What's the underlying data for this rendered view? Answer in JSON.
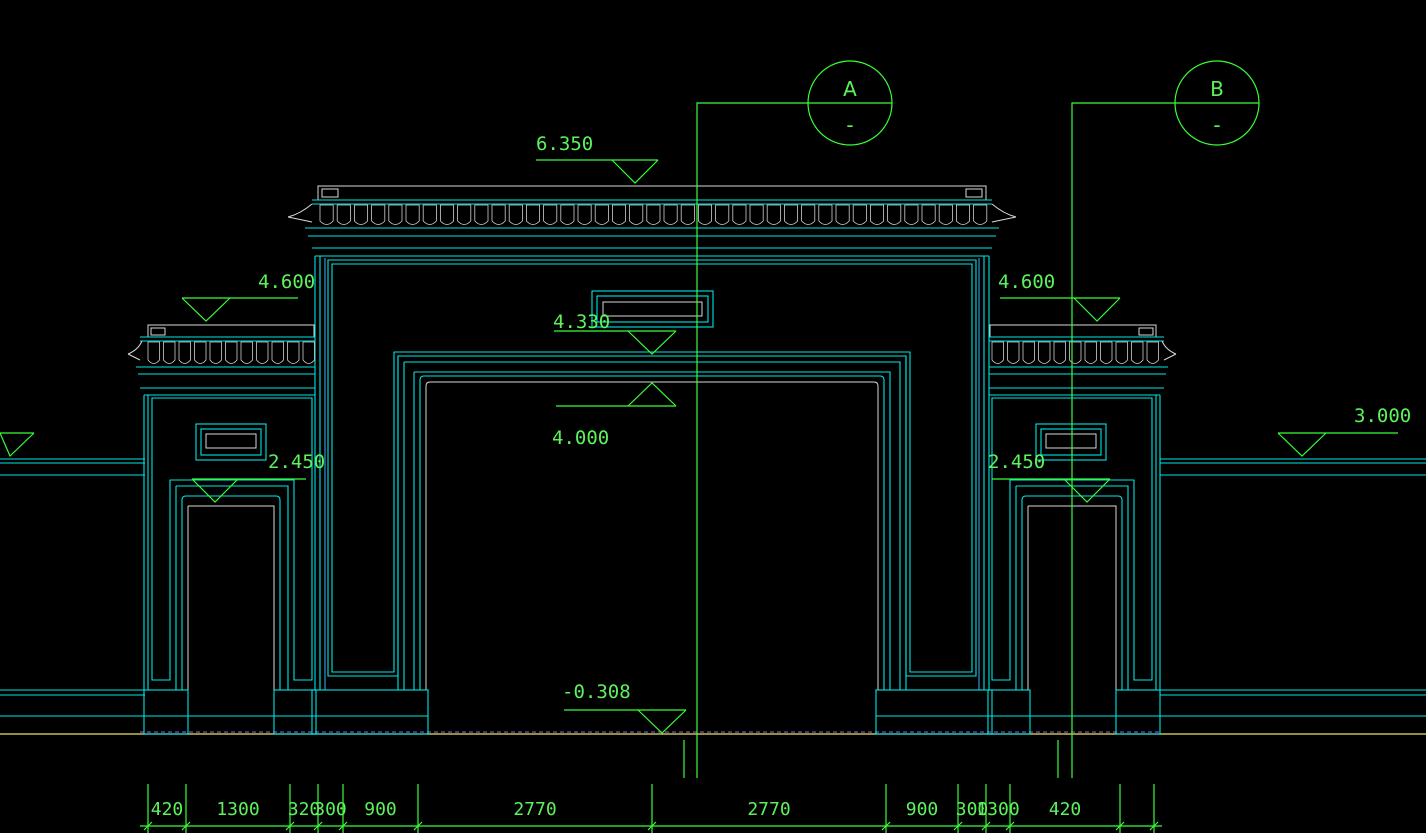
{
  "drawing": {
    "elevation_marks": [
      {
        "label": "6.350"
      },
      {
        "label": "4.600"
      },
      {
        "label": "4.600"
      },
      {
        "label": "4.330"
      },
      {
        "label": "4.000"
      },
      {
        "label": "2.450"
      },
      {
        "label": "2.450"
      },
      {
        "label": "3.000"
      },
      {
        "label": "-0.308"
      }
    ],
    "section_markers": [
      {
        "letter": "A",
        "sub": "-"
      },
      {
        "letter": "B",
        "sub": "-"
      }
    ],
    "dimensions": [
      "420",
      "1300",
      "320",
      "300",
      "900",
      "2770",
      "2770",
      "900",
      "300",
      "1300",
      "420"
    ]
  }
}
